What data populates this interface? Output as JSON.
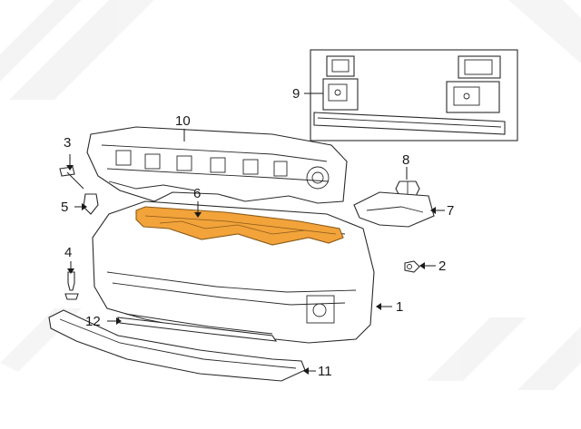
{
  "colors": {
    "background": "#ffffff",
    "line": "#2a2a2a",
    "highlight_fill": "#f2a33a",
    "highlight_stroke": "#8a5a1a",
    "watermark": "#e9e9e9"
  },
  "callouts": {
    "c1": "1",
    "c2": "2",
    "c3": "3",
    "c4": "4",
    "c5": "5",
    "c6": "6",
    "c7": "7",
    "c8": "8",
    "c9": "9",
    "c10": "10",
    "c11": "11",
    "c12": "12"
  },
  "highlighted_part": "6"
}
